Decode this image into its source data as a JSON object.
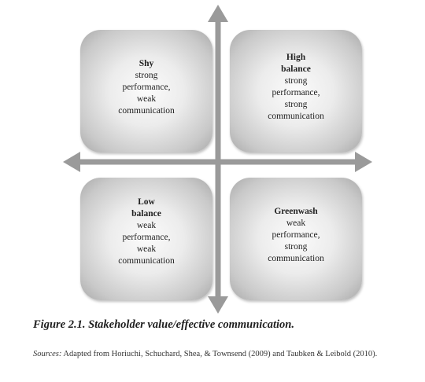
{
  "quadrants": {
    "top_left": {
      "title": "Shy",
      "lines": [
        "strong",
        "performance,",
        "weak",
        "communication"
      ]
    },
    "top_right": {
      "title_lines": [
        "High",
        "balance"
      ],
      "lines": [
        "strong",
        "performance,",
        "strong",
        "communication"
      ]
    },
    "bottom_left": {
      "title_lines": [
        "Low",
        "balance"
      ],
      "lines": [
        "weak",
        "performance,",
        "weak",
        "communication"
      ]
    },
    "bottom_right": {
      "title": "Greenwash",
      "lines": [
        "weak",
        "performance,",
        "strong",
        "communication"
      ]
    }
  },
  "caption": "Figure 2.1.  Stakeholder value/effective communication.",
  "sources": {
    "label": "Sources:",
    "text": " Adapted from Horiuchi, Schuchard, Shea, & Townsend (2009) and Taubken & Leibold (2010)."
  },
  "colors": {
    "arrow": "#9a9a9a",
    "quadrant_light": "#fbfbfb",
    "quadrant_dark": "#a9a9a9"
  },
  "icons": [
    "arrow-up-icon",
    "arrow-down-icon",
    "arrow-left-icon",
    "arrow-right-icon"
  ]
}
